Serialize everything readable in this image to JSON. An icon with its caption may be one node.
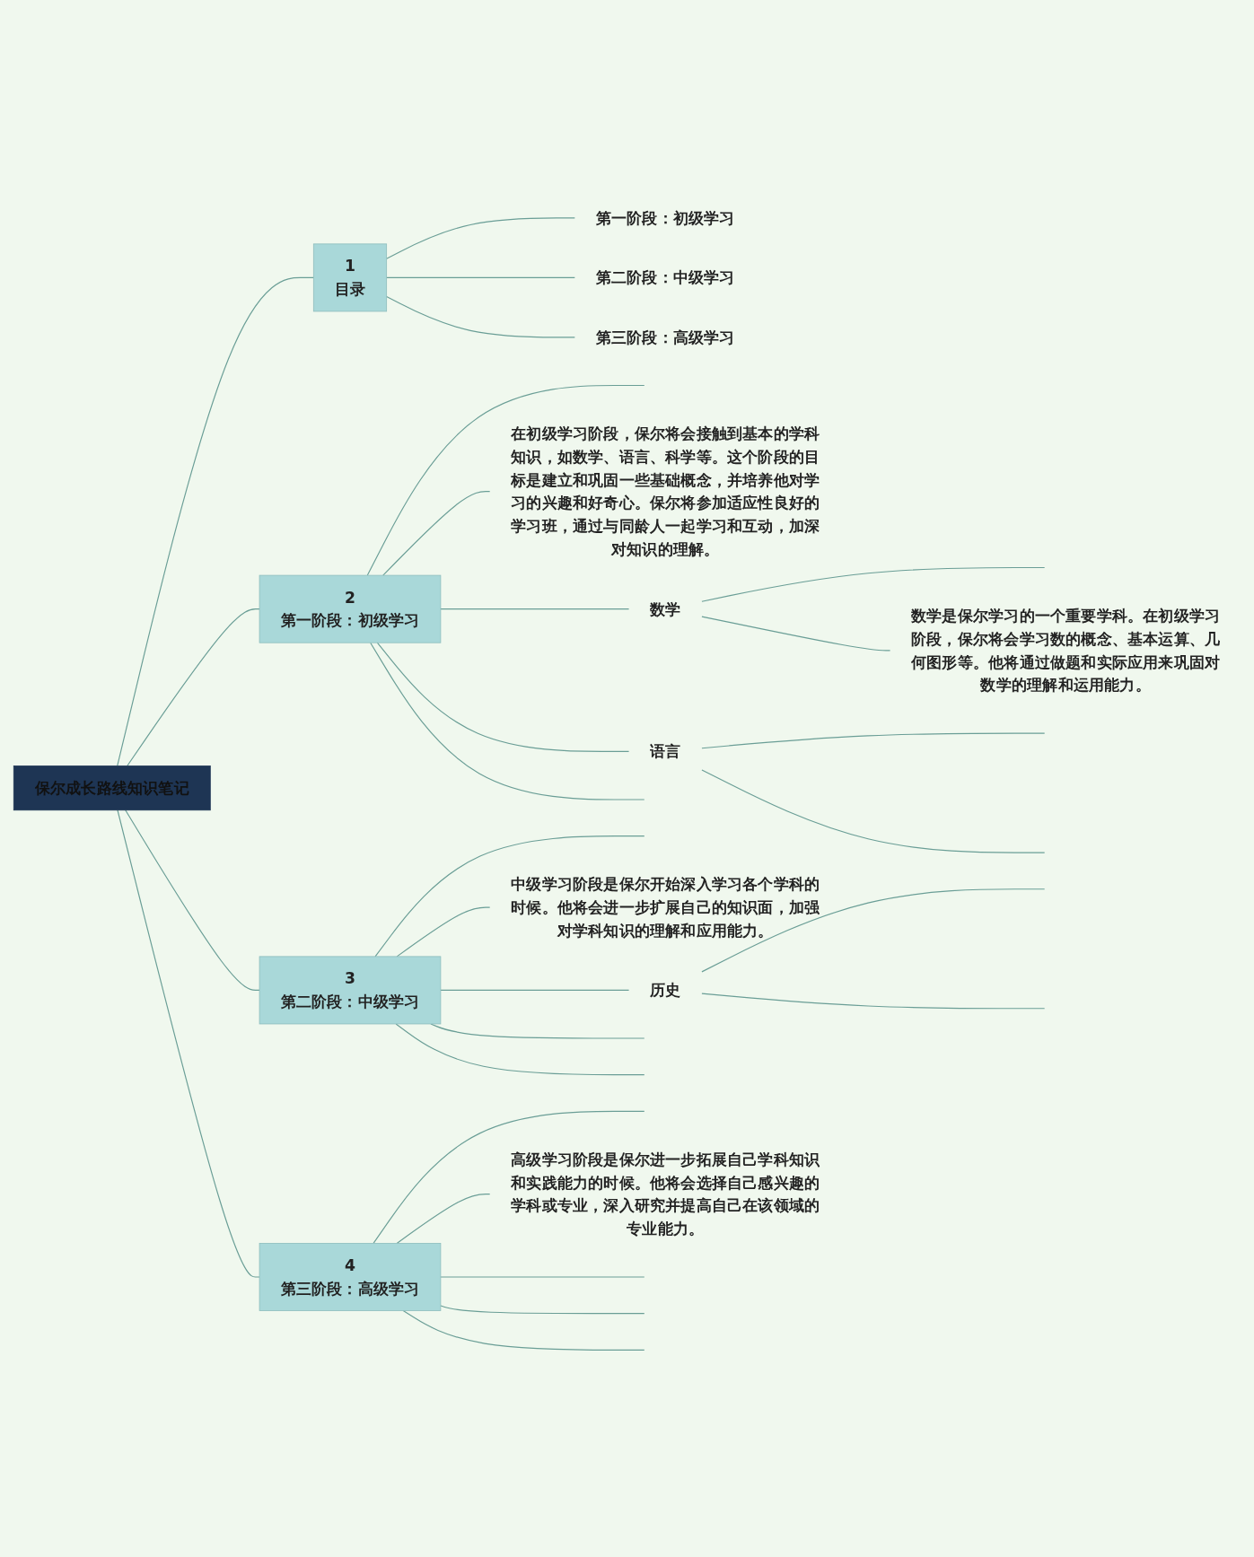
{
  "diagram": {
    "nodes": [
      {
        "text": [
          "保尔成长路线知识笔记"
        ]
      },
      {
        "text": [
          "1",
          "目录"
        ]
      },
      {
        "text": [
          "第一阶段：初级学习"
        ]
      },
      {
        "text": [
          "第二阶段：中级学习"
        ]
      },
      {
        "text": [
          "第三阶段：高级学习"
        ]
      },
      {
        "text": [
          "2",
          "第一阶段：初级学习"
        ]
      },
      {
        "text": [
          "在初级学习阶段，保尔将会接触到基本的学科知识，如数学、语言、科学等。这个阶段的目标是建立和巩固一些基础概念，并培养他对学习的兴趣和好奇心。保尔将参加适应性良好的学习班，通过与同龄人一起学习和互动，加深对知识的理解。"
        ]
      },
      {
        "text": [
          "数学"
        ]
      },
      {
        "text": [
          "数学是保尔学习的一个重要学科。在初级学习阶段，保尔将会学习数的概念、基本运算、几何图形等。他将通过做题和实际应用来巩固对数学的理解和运用能力。"
        ]
      },
      {
        "text": [
          "语言"
        ]
      },
      {
        "text": [
          "3",
          "第二阶段：中级学习"
        ]
      },
      {
        "text": [
          "中级学习阶段是保尔开始深入学习各个学科的时候。他将会进一步扩展自己的知识面，加强对学科知识的理解和应用能力。"
        ]
      },
      {
        "text": [
          "历史"
        ]
      },
      {
        "text": [
          "4",
          "第三阶段：高级学习"
        ]
      },
      {
        "text": [
          "高级学习阶段是保尔进一步拓展自己学科知识和实践能力的时候。他将会选择自己感兴趣的学科或专业，深入研究并提高自己在该领域的专业能力。"
        ]
      }
    ],
    "edges": [
      {
        "from": 0,
        "to": 1,
        "arrow": "none"
      },
      {
        "from": 1,
        "to": 2,
        "arrow": "none"
      },
      {
        "from": 1,
        "to": 3,
        "arrow": "none"
      },
      {
        "from": 1,
        "to": 4,
        "arrow": "none"
      },
      {
        "from": 0,
        "to": 5,
        "arrow": "none"
      },
      {
        "from": 5,
        "to": null,
        "arrow": "none"
      },
      {
        "from": 5,
        "to": 6,
        "arrow": "none"
      },
      {
        "from": 5,
        "to": 7,
        "arrow": "none"
      },
      {
        "from": 7,
        "to": null,
        "arrow": "none"
      },
      {
        "from": 7,
        "to": 8,
        "arrow": "none"
      },
      {
        "from": 5,
        "to": 9,
        "arrow": "none"
      },
      {
        "from": 9,
        "to": null,
        "arrow": "none"
      },
      {
        "from": 9,
        "to": null,
        "arrow": "none"
      },
      {
        "from": 5,
        "to": null,
        "arrow": "none"
      },
      {
        "from": 0,
        "to": 10,
        "arrow": "none"
      },
      {
        "from": 10,
        "to": null,
        "arrow": "none"
      },
      {
        "from": 10,
        "to": 11,
        "arrow": "none"
      },
      {
        "from": 10,
        "to": 12,
        "arrow": "none"
      },
      {
        "from": 12,
        "to": null,
        "arrow": "none"
      },
      {
        "from": 12,
        "to": null,
        "arrow": "none"
      },
      {
        "from": 10,
        "to": null,
        "arrow": "none"
      },
      {
        "from": 10,
        "to": null,
        "arrow": "none"
      },
      {
        "from": 0,
        "to": 13,
        "arrow": "none"
      },
      {
        "from": 13,
        "to": null,
        "arrow": "none"
      },
      {
        "from": 13,
        "to": 14,
        "arrow": "none"
      },
      {
        "from": 13,
        "to": null,
        "arrow": "none"
      },
      {
        "from": 13,
        "to": null,
        "arrow": "none"
      },
      {
        "from": 13,
        "to": null,
        "arrow": "none"
      }
    ]
  }
}
